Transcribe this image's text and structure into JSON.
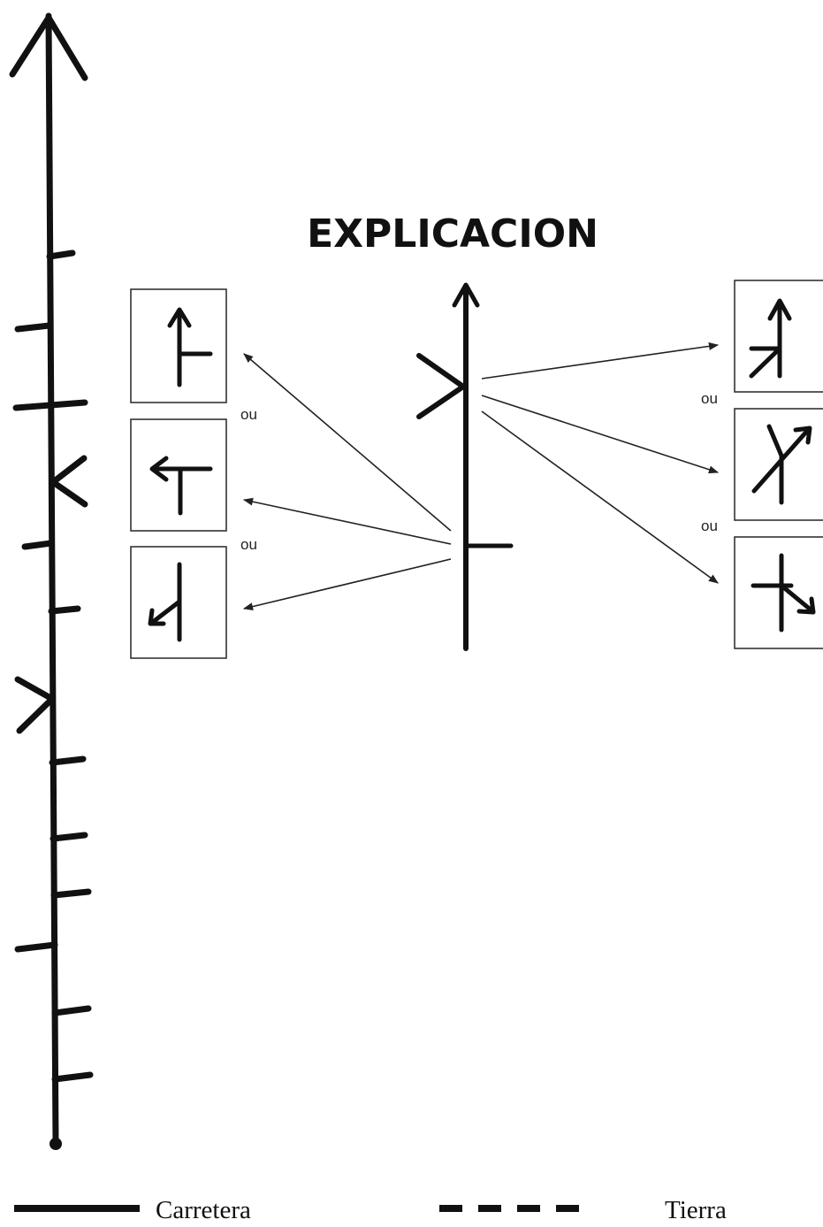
{
  "title": "EXPLICACION",
  "separator": "ou",
  "legend": {
    "solid_label": "Carretera",
    "dashed_label": "Tierra"
  },
  "colors": {
    "ink": "#111111",
    "background": "#ffffff"
  }
}
